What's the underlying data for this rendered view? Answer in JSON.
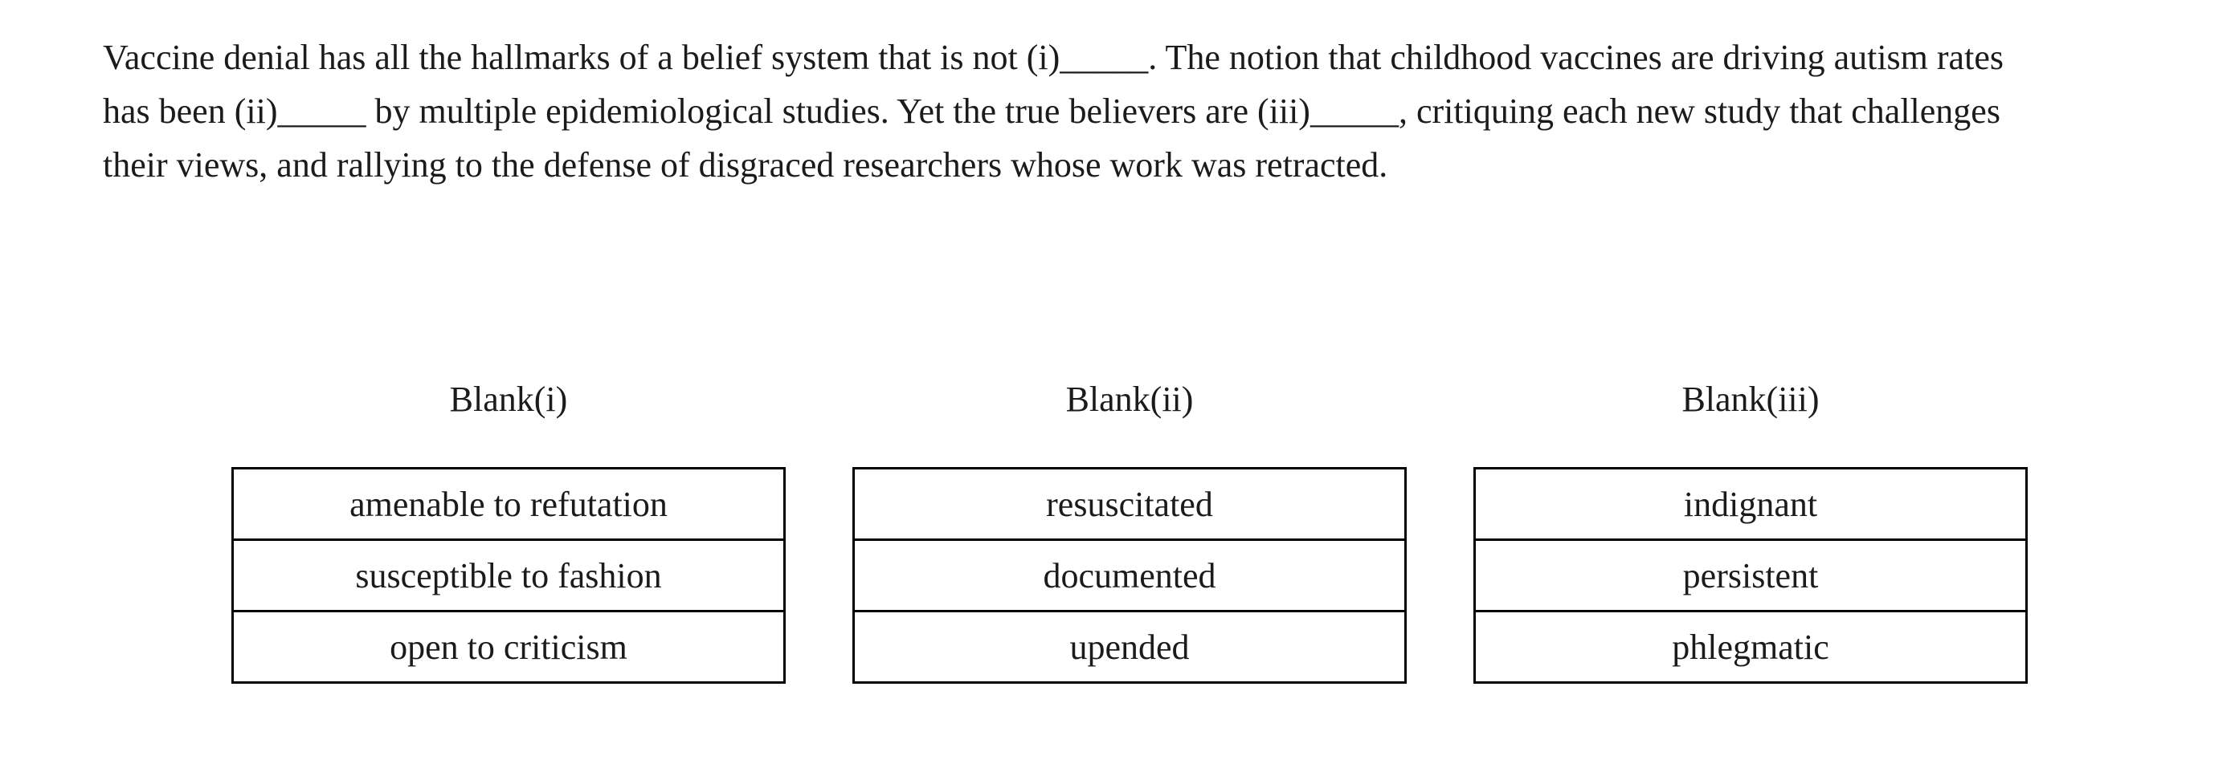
{
  "passage": {
    "lines": [
      "Vaccine denial has all the hallmarks of a belief system that is not (i)_____. The notion that childhood vaccines are driving autism rates",
      "has been (ii)_____ by multiple epidemiological studies. Yet the true believers are (iii)_____, critiquing each new study that challenges",
      "their views, and rallying to the defense of disgraced researchers whose work was retracted."
    ]
  },
  "columns": [
    {
      "header": "Blank(i)",
      "options": [
        "amenable to refutation",
        "susceptible to fashion",
        "open to criticism"
      ]
    },
    {
      "header": "Blank(ii)",
      "options": [
        "resuscitated",
        "documented",
        "upended"
      ]
    },
    {
      "header": "Blank(iii)",
      "options": [
        "indignant",
        "persistent",
        "phlegmatic"
      ]
    }
  ],
  "colors": {
    "background": "#ffffff",
    "text": "#1b1b1b",
    "border": "#000000"
  }
}
